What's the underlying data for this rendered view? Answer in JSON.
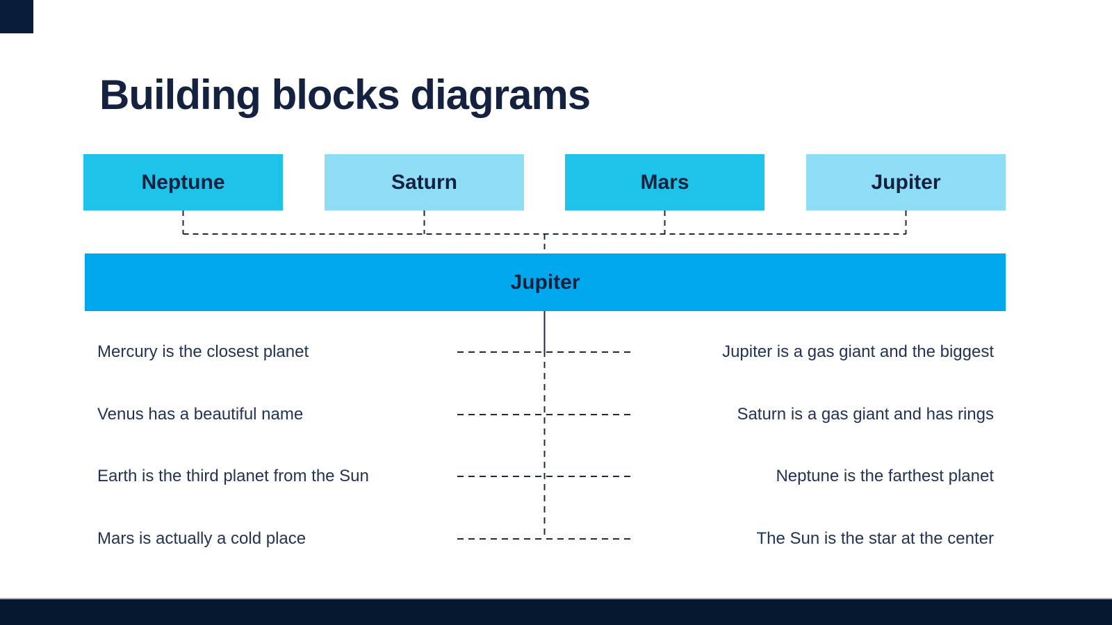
{
  "slide": {
    "title": "Building blocks diagrams",
    "top_boxes": [
      {
        "label": "Neptune",
        "color": "#1dc3e8"
      },
      {
        "label": "Saturn",
        "color": "#8edcf6"
      },
      {
        "label": "Mars",
        "color": "#1dc3e8"
      },
      {
        "label": "Jupiter",
        "color": "#8edcf6"
      }
    ],
    "parent_bar": {
      "label": "Jupiter",
      "color": "#00a9ee"
    },
    "rows": [
      {
        "left": "Mercury is the closest planet",
        "right": "Jupiter is a gas giant and the biggest"
      },
      {
        "left": "Venus has a beautiful name",
        "right": "Saturn is a gas giant and has rings"
      },
      {
        "left": "Earth is the third planet from the Sun",
        "right": "Neptune is the farthest planet"
      },
      {
        "left": "Mars is actually a cold place",
        "right": "The Sun is the star at the center"
      }
    ],
    "colors": {
      "title_text": "#14213f",
      "body_text": "#223355",
      "connector": "#1c2940",
      "corner_square": "#071c38",
      "footer_bar": "#061730"
    }
  }
}
